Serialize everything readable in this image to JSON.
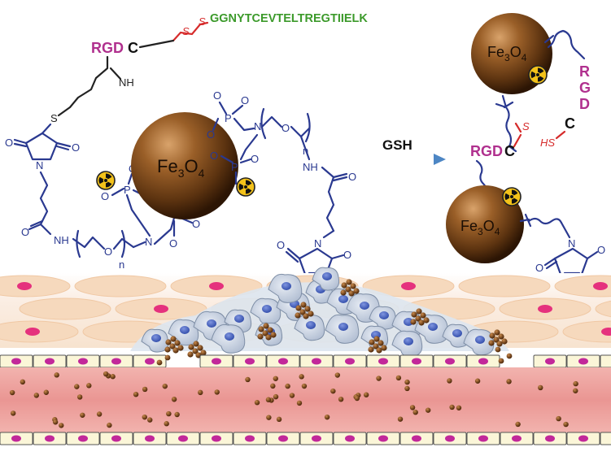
{
  "labels": {
    "peptide": "GGNYTCEVTELTREGTIIELK",
    "rgd": "RGD",
    "cys": "C",
    "disulfide_s": "S",
    "thiol": "HS",
    "imine": "NH",
    "amide_nh": "NH",
    "oxygen": "O",
    "nitrogen": "N",
    "phosphorus": "P",
    "repeat_n": "n",
    "fe_main": "Fe",
    "fe_sub": "3",
    "fe_o": "O",
    "fe_o_sub": "4",
    "reagent": "GSH"
  },
  "colors": {
    "bond": "#2a3990",
    "peptide": "#3c9a2b",
    "rgd": "#b0308e",
    "disulfide": "#d62b2b",
    "nanoparticle": "#6b3d12",
    "radio_badge": "#f3c21a",
    "vessel": "#ec9d9a",
    "tumor_cell": "#c9d3e2",
    "tissue": "#f6dfc8"
  },
  "icons": {
    "radioactive": "radioactive-icon",
    "arrow": "reaction-arrow-icon"
  }
}
